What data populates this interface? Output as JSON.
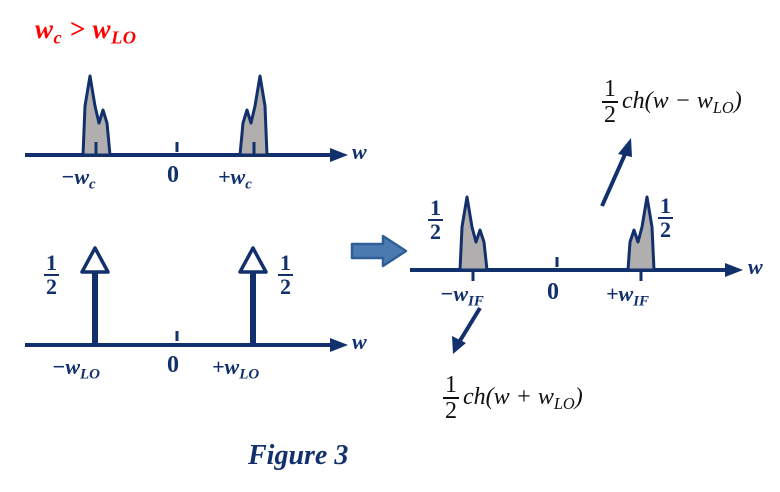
{
  "figure": {
    "caption": "Figure 3",
    "condition_html": "w<sub>c</sub> > w<sub>LO</sub>"
  },
  "colors": {
    "navy": "#12306b",
    "red": "#fe0000",
    "spectrum_fill": "#b0aeae",
    "arrow_fill": "#4a7ab0",
    "arrow_outline": "#2f5f96",
    "background": "#ffffff",
    "annotation": "#101010"
  },
  "panels": {
    "input_spectrum": {
      "name": "Input signal spectrum",
      "axis_label": "w",
      "zero_label": "0",
      "left_tick_html": "−w<sub>c</sub>",
      "right_tick_html": "+w<sub>c</sub>",
      "bumps": [
        {
          "center_label_html": "−w<sub>c</sub>",
          "peak_side": "left"
        },
        {
          "center_label_html": "+w<sub>c</sub>",
          "peak_side": "right"
        }
      ]
    },
    "local_oscillator": {
      "name": "Local oscillator impulses",
      "axis_label": "w",
      "zero_label": "0",
      "left_tick_html": "−w<sub>LO</sub>",
      "right_tick_html": "+w<sub>LO</sub>",
      "impulses": [
        {
          "label_num": "1",
          "label_den": "2",
          "position": "left"
        },
        {
          "label_num": "1",
          "label_den": "2",
          "position": "right"
        }
      ]
    },
    "output_spectrum": {
      "name": "Output IF spectrum",
      "axis_label": "w",
      "zero_label": "0",
      "left_tick_html": "−w<sub>IF</sub>",
      "right_tick_html": "+w<sub>IF</sub>",
      "left_amplitude": {
        "num": "1",
        "den": "2"
      },
      "right_amplitude": {
        "num": "1",
        "den": "2"
      },
      "bumps": [
        {
          "center_label_html": "−w<sub>IF</sub>",
          "peak_side": "left"
        },
        {
          "center_label_html": "+w<sub>IF</sub>",
          "peak_side": "right"
        }
      ]
    }
  },
  "annotations": {
    "upper_right": {
      "num": "1",
      "den": "2",
      "expr_html": "ch(w − w<sub>LO</sub>)",
      "points_to": "+w_IF bump"
    },
    "lower_left": {
      "num": "1",
      "den": "2",
      "expr_html": "ch(w + w<sub>LO</sub>)",
      "points_to": "-w_IF bump"
    }
  },
  "connector": {
    "name": "transform-arrow",
    "direction": "right"
  }
}
